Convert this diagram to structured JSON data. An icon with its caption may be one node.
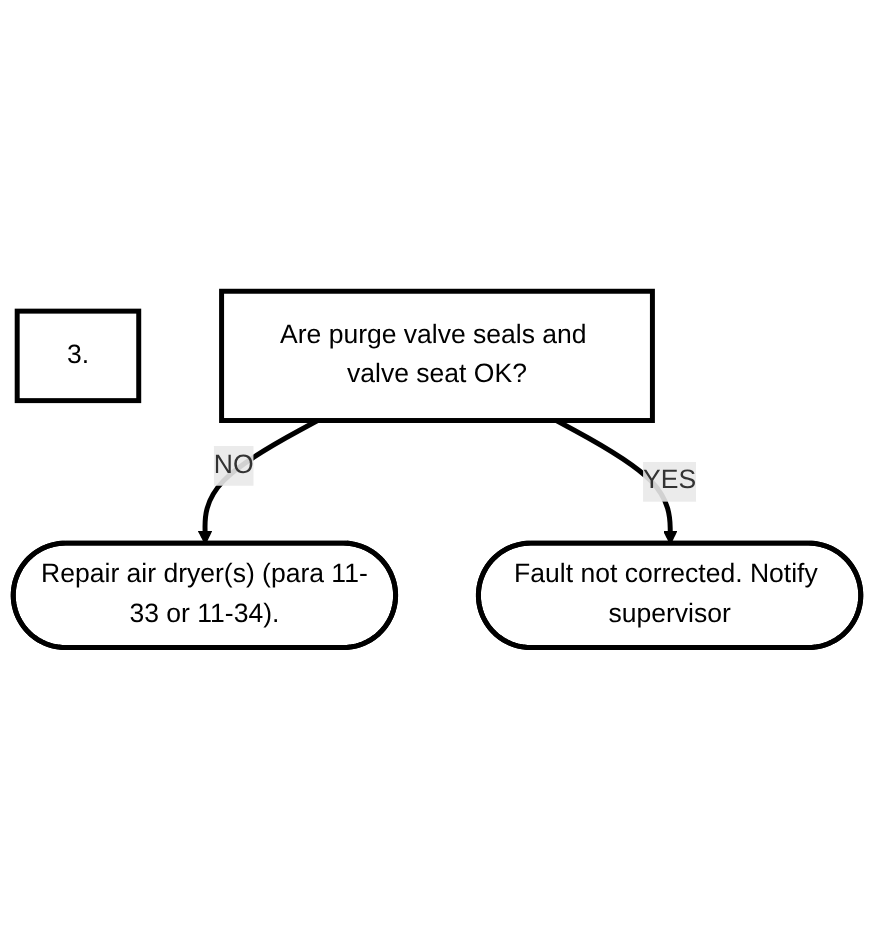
{
  "diagram": {
    "nodes": [
      {
        "text": [
          "3."
        ]
      },
      {
        "text": [
          "Are purge valve seals and valve seat OK?"
        ]
      },
      {
        "text": [
          "Repair air dryer(s) (para 11-33 or 11-34)."
        ]
      },
      {
        "text": [
          "Fault not corrected. Notify supervisor"
        ]
      }
    ],
    "edges": [
      {
        "from": 1,
        "to": 2,
        "arrow": "to",
        "label": "NO"
      },
      {
        "from": 1,
        "to": 3,
        "arrow": "to",
        "label": "YES"
      }
    ]
  }
}
